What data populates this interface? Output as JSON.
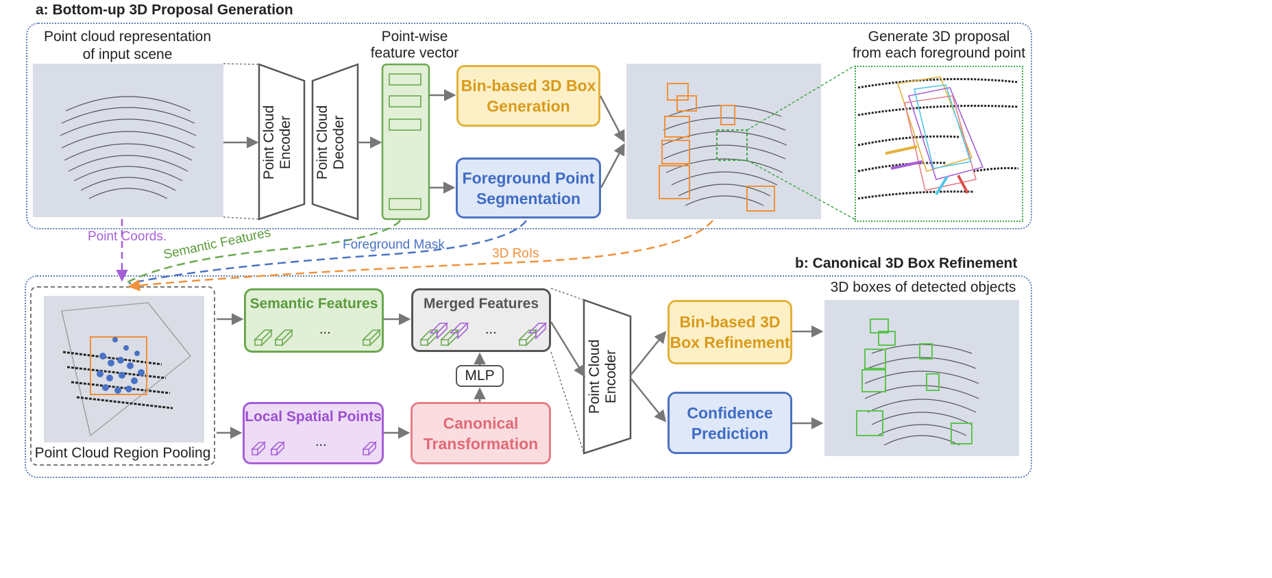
{
  "panel_a": {
    "title": "a: Bottom-up 3D Proposal Generation",
    "input_caption_1": "Point cloud representation",
    "input_caption_2": "of input scene",
    "encoder": "Point Cloud Encoder",
    "decoder": "Point Cloud Decoder",
    "feature_caption_1": "Point-wise",
    "feature_caption_2": "feature vector",
    "box_generation": "Bin-based 3D Box Generation",
    "segmentation": "Foreground Point Segmentation",
    "proposal_caption_1": "Generate 3D proposal",
    "proposal_caption_2": "from each foreground point"
  },
  "connectors": {
    "point_coords": "Point Coords.",
    "semantic_features": "Semantic Features",
    "foreground_mask": "Foreground Mask",
    "rois": "3D RoIs"
  },
  "panel_b": {
    "title": "b: Canonical 3D Box Refinement",
    "region_pooling": "Point Cloud Region Pooling",
    "semantic_features": "Semantic Features",
    "local_spatial_points": "Local Spatial Points",
    "merged_features": "Merged Features",
    "ellipsis": "...",
    "mlp": "MLP",
    "canonical_transformation": "Canonical Transformation",
    "encoder": "Point Cloud Encoder",
    "box_refinement": "Bin-based 3D Box Refinement",
    "confidence": "Confidence Prediction",
    "output_caption": "3D boxes of detected objects"
  },
  "colors": {
    "green": "#6aa84f",
    "blue": "#4a72c4",
    "orange": "#f0903a",
    "purple": "#a55fd6",
    "yellow": "#e3b13a",
    "red": "#e57f88",
    "panel_border": "#5b7fb5"
  }
}
